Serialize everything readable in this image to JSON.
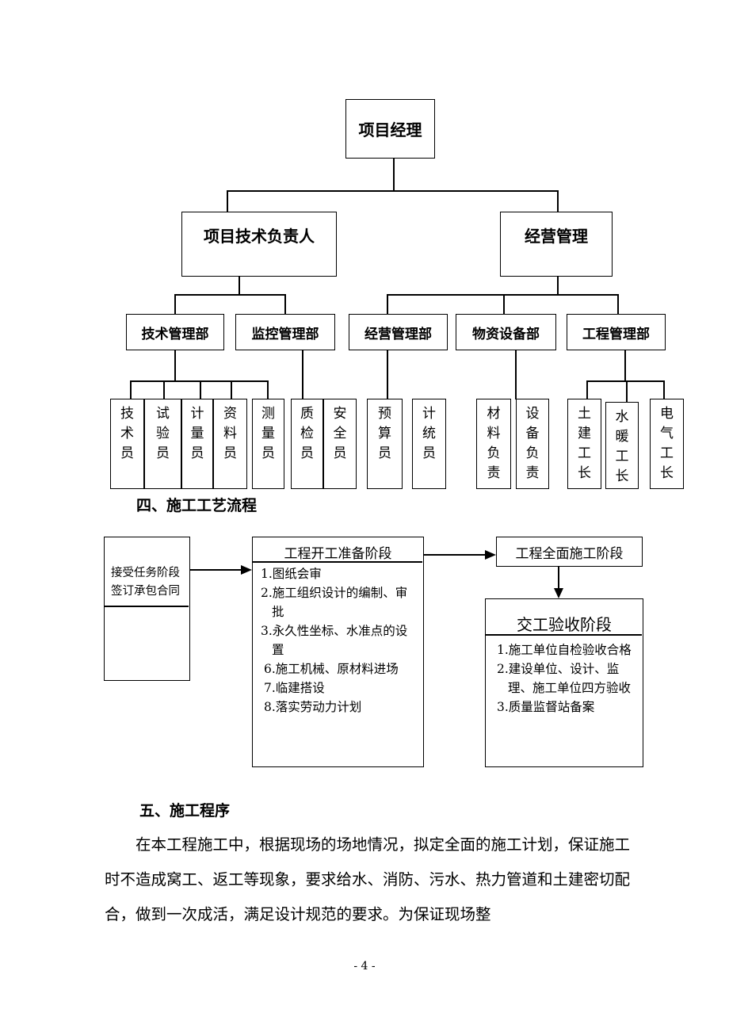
{
  "org_chart": {
    "top": "项目经理",
    "level2": {
      "left": "项目技术负责人",
      "right": "经营管理"
    },
    "departments": [
      "技术管理部",
      "监控管理部",
      "经营管理部",
      "物资设备部",
      "工程管理部"
    ],
    "staff": {
      "tech": [
        "技术员",
        "试验员",
        "计量员",
        "资料员",
        "测量员"
      ],
      "monitor": [
        "质检员",
        "安全员"
      ],
      "business": [
        "预算员",
        "计统员"
      ],
      "material": [
        "材料负责·",
        "设备负责·"
      ],
      "engineering": [
        "土建工长",
        "水暖工长",
        "电气工长"
      ]
    }
  },
  "section4": {
    "heading": "四、施工工艺流程",
    "flow": {
      "start_box": "接受任务阶段签订承包合同",
      "prep": {
        "title": "工程开工准备阶段",
        "items": [
          "1.图纸会审",
          "2.施工组织设计的编制、审批",
          "3.永久性坐标、水准点的设置",
          "6.施工机械、原材料进场",
          "7.临建搭设",
          "8.落实劳动力计划"
        ]
      },
      "construction": {
        "title": "工程全面施工阶段"
      },
      "acceptance": {
        "title": "交工验收阶段",
        "items": [
          "1.施工单位自检验收合格",
          "2.建设单位、设计、监理、施工单位四方验收",
          "3.质量监督站备案"
        ]
      }
    }
  },
  "section5": {
    "heading": "五、施工程序",
    "paragraph": "在本工程施工中，根据现场的场地情况，拟定全面的施工计划，保证施工时不造成窝工、返工等现象，要求给水、消防、污水、热力管道和土建密切配合，做到一次成活，满足设计规范的要求。为保证现场整"
  },
  "page_number": "- 4 -"
}
